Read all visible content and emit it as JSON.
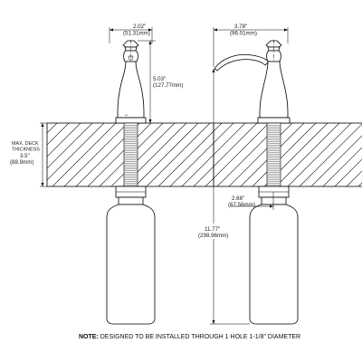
{
  "dims": {
    "left_width": {
      "in": "2.02\"",
      "mm": "(51.31mm)"
    },
    "left_height": {
      "in": "5.03\"",
      "mm": "(127.77mm)"
    },
    "deck": {
      "line1": "MAX. DECK",
      "line2": "THICKNESS",
      "in": "3.5\"",
      "mm": "(88.9mm)"
    },
    "right_width": {
      "in": "3.78\"",
      "mm": "(96.01mm)"
    },
    "shank": {
      "in": "2.66\"",
      "mm": "(67.56mm)"
    },
    "total": {
      "in": "11.77\"",
      "mm": "(298.96mm)"
    }
  },
  "note": {
    "label": "NOTE:",
    "text": " DESIGNED TO BE INSTALLED THROUGH 1 HOLE 1-1/8\" DIAMETER"
  }
}
